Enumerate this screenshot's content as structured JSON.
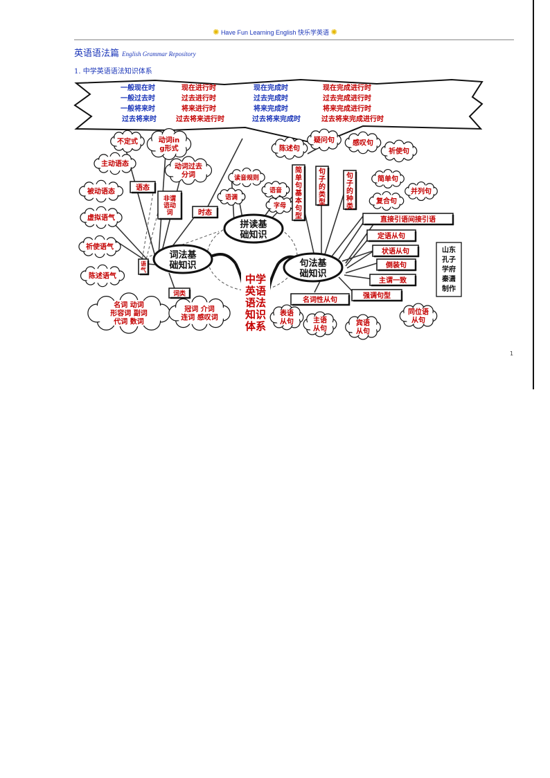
{
  "header": {
    "text": "Have Fun Learning English",
    "cn": "快乐学英语"
  },
  "title": {
    "main": "英语语法篇",
    "sub": "English Grammar Repository"
  },
  "section": "1. 中学英语语法知识体系",
  "page_number": "1",
  "tenses": [
    [
      "一般现在时",
      "现在进行时",
      "现在完成时",
      "现在完成进行时"
    ],
    [
      "一般过去时",
      "过去进行时",
      "过去完成时",
      "过去完成进行时"
    ],
    [
      "一般将来时",
      "将来进行时",
      "将来完成时",
      "将来完成进行时"
    ],
    [
      "过去将来时",
      "过去将来进行时",
      "过去将来完成时",
      "过去将来完成进行时"
    ]
  ],
  "diagram": {
    "trunk": "中学英语语法知识体系",
    "nodes": {
      "morph": "词法基础知识",
      "pron": "拼读基础知识",
      "syntax": "句法基础知识"
    },
    "left": {
      "buyiding": "不定式",
      "dongci_ing": "动词ing形式",
      "zhudong": "主动语态",
      "dongci_guoqu": "动词过去分词",
      "yutai": "语态",
      "feiwei": "非谓语动词",
      "beidong": "被动语态",
      "shitai": "时态",
      "xuni": "虚拟语气",
      "qishi": "祈使语气",
      "chenshu": "陈述语气",
      "yuqi": "语气",
      "cilei": "词类",
      "pos": [
        "名词",
        "动词",
        "形容词",
        "副词",
        "代词",
        "数词"
      ],
      "pos2": [
        "冠词",
        "介词",
        "连词",
        "感叹词"
      ]
    },
    "pron": {
      "rules": "读音规则",
      "intonation": "语调",
      "phoneme": "语音",
      "letter": "字母"
    },
    "right": {
      "chenshuju": "陈述句",
      "yiwenju": "疑问句",
      "gantanju": "感叹句",
      "qishiju": "祈使句",
      "jiandan_jiben": "简单句基本句型",
      "juzi_leixing": "句子的类型",
      "juzi_zhonglei": "句子的种类",
      "jiandanju": "简单句",
      "binglieju": "并列句",
      "fuheju": "复合句",
      "zhijie": "直接引语间接引语",
      "dingyu": "定语从句",
      "zhuangyu": "状语从句",
      "daozhuang": "倒装句",
      "zhuwei": "主谓一致",
      "qiangdiao": "强调句型",
      "mingcixing": "名词性从句",
      "biaoyu": "表语从句",
      "zhuyu": "主语从句",
      "binyu": "宾语从句",
      "tongwei": "同位语从句",
      "credit": [
        "山东",
        "孔子学府",
        "秦潇",
        "制作"
      ]
    }
  }
}
